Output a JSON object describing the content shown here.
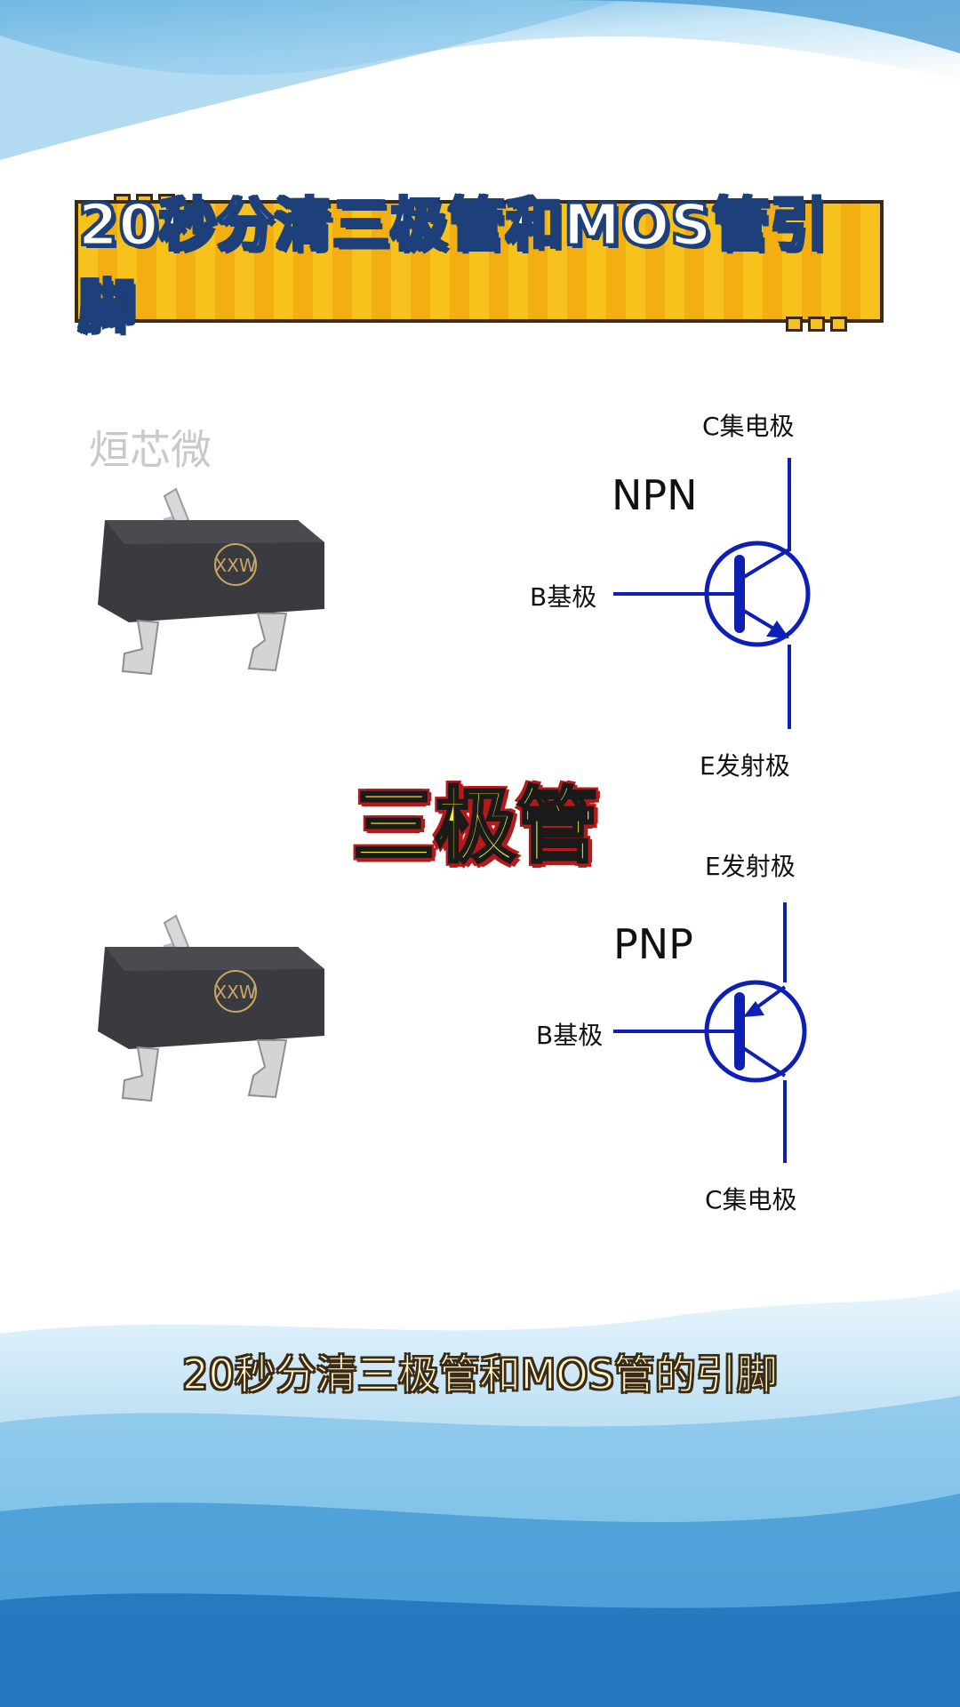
{
  "banner": {
    "title": "20秒分清三极管和MOS管引脚"
  },
  "watermark": "烜芯微",
  "chip_marking": "XXW",
  "npn": {
    "type": "NPN",
    "collector": "C集电极",
    "base": "B基极",
    "emitter": "E发射极"
  },
  "pnp": {
    "type": "PNP",
    "emitter": "E发射极",
    "base": "B基极",
    "collector": "C集电极"
  },
  "center_title": "三极管",
  "subtitle": "20秒分清三极管和MOS管的引脚",
  "colors": {
    "symbol": "#0d1fb5",
    "banner": "#f7c21c",
    "center_title": "#f9ef2b"
  }
}
